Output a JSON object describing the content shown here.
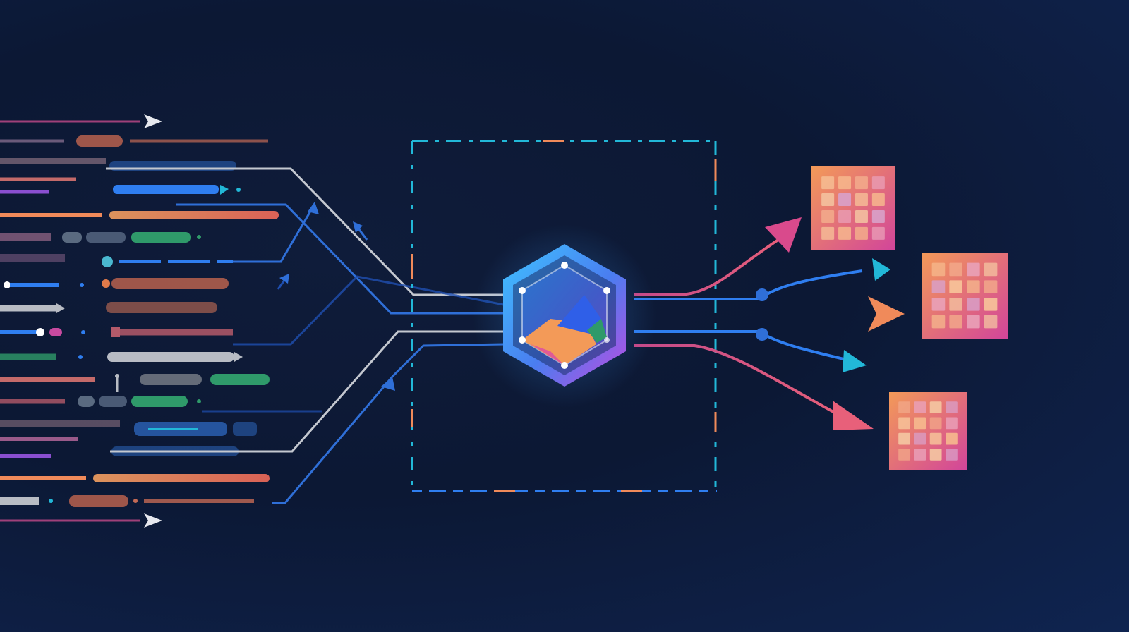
{
  "colors": {
    "background": "#0d1a37",
    "background_edge": "#10264f",
    "accent_blue": "#2f7ef0",
    "accent_cyan": "#22b8d8",
    "accent_orange": "#f08a5a",
    "accent_pink": "#d94a8c",
    "accent_purple": "#8a4fd0",
    "accent_green": "#2f9a6a",
    "neutral_gray": "#b8bcc4",
    "hub_gradient_start": "#3fc3ff",
    "hub_gradient_end": "#b04be0"
  },
  "icons": {
    "hub": "hexagon-chart-icon",
    "output": "grid-tile-icon",
    "arrow": "arrow-head-icon"
  },
  "diagram": {
    "input_stream_count": 18,
    "output_count": 3,
    "nodes": [
      {
        "id": "input-streams",
        "role": "inputs"
      },
      {
        "id": "processing-hub",
        "role": "hub"
      },
      {
        "id": "output-grid-1",
        "role": "output"
      },
      {
        "id": "output-grid-2",
        "role": "output"
      },
      {
        "id": "output-grid-3",
        "role": "output"
      }
    ]
  }
}
